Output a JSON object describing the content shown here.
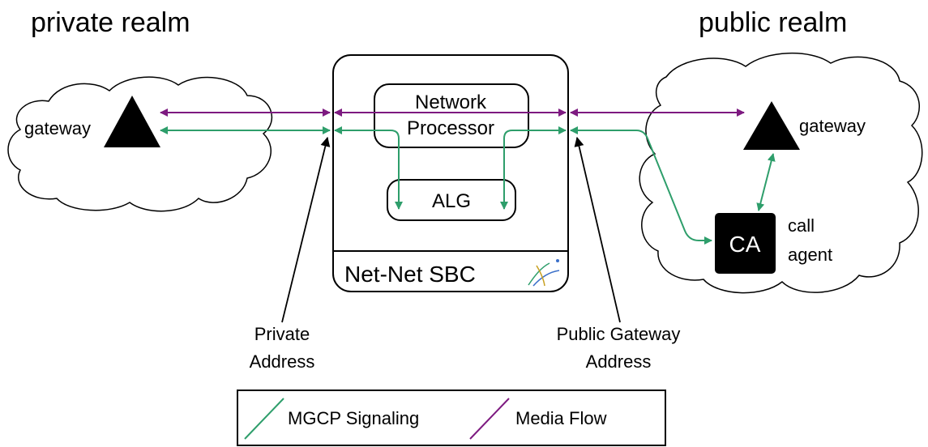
{
  "realms": {
    "private": "private realm",
    "public": "public realm"
  },
  "nodes": {
    "left_gateway": "gateway",
    "right_gateway": "gateway",
    "network_processor_line1": "Network",
    "network_processor_line2": "Processor",
    "alg": "ALG",
    "sbc": "Net-Net SBC",
    "call_agent_abbr": "CA",
    "call_agent_line1": "call",
    "call_agent_line2": "agent"
  },
  "annotations": {
    "private_address_line1": "Private",
    "private_address_line2": "Address",
    "public_address_line1": "Public Gateway",
    "public_address_line2": "Address"
  },
  "legend": {
    "signaling": "MGCP Signaling",
    "media": "Media Flow"
  },
  "colors": {
    "signaling": "#2e9e6b",
    "media": "#7d1a80",
    "node_fill": "#000000",
    "background": "#ffffff"
  }
}
